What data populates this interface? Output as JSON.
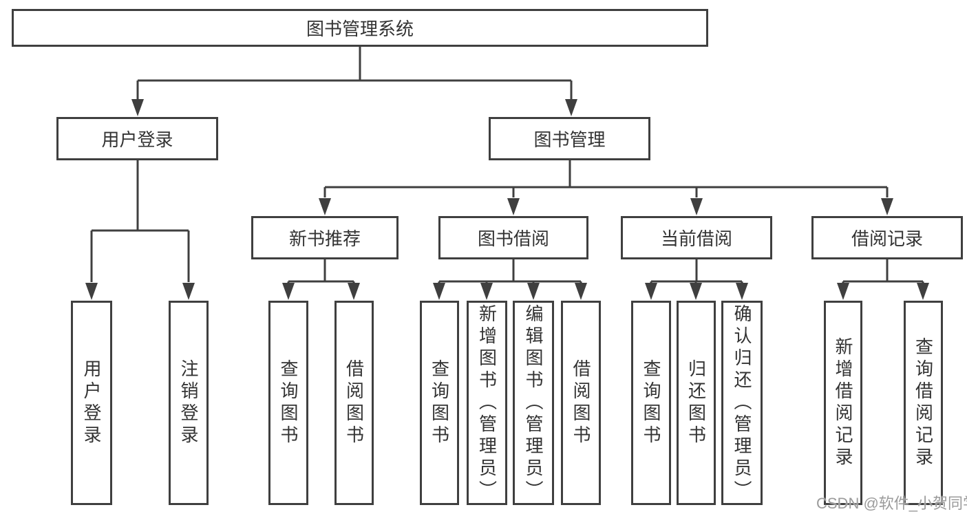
{
  "diagram": {
    "title": "图书管理系统",
    "level2": {
      "user_login": "用户登录",
      "book_mgmt": "图书管理"
    },
    "level3": {
      "new_book_rec": "新书推荐",
      "book_borrow": "图书借阅",
      "current_borrow": "当前借阅",
      "borrow_records": "借阅记录"
    },
    "level4": {
      "user_login": [
        "用户登录",
        "注销登录"
      ],
      "new_book_rec": [
        "查询图书",
        "借阅图书"
      ],
      "book_borrow": [
        "查询图书",
        "新增图书（管理员）",
        "编辑图书（管理员）",
        "借阅图书"
      ],
      "current_borrow": [
        "查询图书",
        "归还图书",
        "确认归还（管理员）"
      ],
      "borrow_records": [
        "新增借阅记录",
        "查询借阅记录"
      ]
    }
  },
  "watermark": {
    "text": "CSDN @软件_小贺同学",
    "color": "#9b9b9b"
  },
  "colors": {
    "line": "#3f3f3f",
    "text": "#333333",
    "background": "#ffffff"
  }
}
